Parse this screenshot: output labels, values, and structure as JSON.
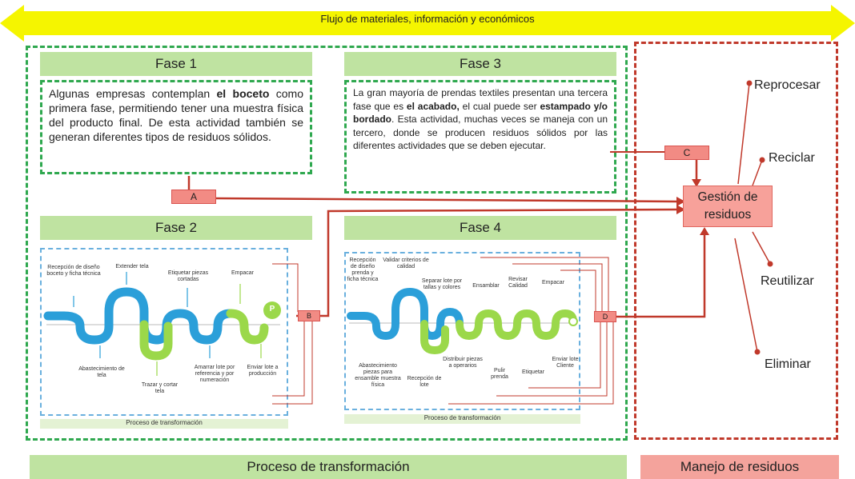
{
  "banner": {
    "text": "Flujo de materiales, información y económicos"
  },
  "fase1": {
    "title": "Fase 1",
    "parts": [
      "Algunas empresas contemplan ",
      "el boceto",
      " como primera fase, permitiendo tener una muestra física del producto final. De esta actividad también se generan diferentes tipos de residuos sólidos."
    ]
  },
  "fase3": {
    "title": "Fase 3",
    "parts": [
      "La gran mayoría de prendas textiles presentan una tercera fase que es ",
      "el acabado,",
      " el cual puede ser ",
      "estampado y/o bordado",
      ". Esta actividad, muchas veces se maneja con un tercero, donde se producen residuos sólidos por las diferentes actividades que se deben ejecutar."
    ]
  },
  "fase2": {
    "title": "Fase 2",
    "caption": "Proceso de transformación",
    "top_labels": [
      "Recepción de diseño boceto y ficha técnica",
      "Extender tela",
      "Etiquetar piezas cortadas",
      "Empacar"
    ],
    "bottom_labels": [
      "Abastecimiento de tela",
      "Trazar y cortar tela",
      "Amarrar lote por referencia y por numeración",
      "Enviar lote a producción"
    ],
    "end_mark": "P"
  },
  "fase4": {
    "title": "Fase 4",
    "caption": "Proceso de transformación",
    "top_labels": [
      "Recepción de diseño prenda y ficha técnica",
      "Validar criterios de calidad",
      "Separar lote por tallas y colores",
      "Ensamblar",
      "Revisar Calidad",
      "Empacar"
    ],
    "bottom_labels": [
      "Abastecimiento piezas para ensamble muestra física",
      "Recepción de lote",
      "Distribuir piezas a operarios",
      "Pulir prenda",
      "Etiquetar",
      "Enviar lote Cliente"
    ]
  },
  "markers": {
    "a": "A",
    "b": "B",
    "c": "C",
    "d": "D"
  },
  "gestion": {
    "line1": "Gestión de",
    "line2": "residuos"
  },
  "options": [
    "Reprocesar",
    "Reciclar",
    "Reutilizar",
    "Eliminar"
  ],
  "footer": {
    "left": "Proceso de transformación",
    "right": "Manejo de residuos"
  },
  "colors": {
    "green": "#2fa84f",
    "light_green": "#bfe3a1",
    "red": "#c0392b",
    "pink": "#f28b84",
    "yellow": "#f5f500",
    "blue": "#2b9fd9",
    "lime": "#9bd84a"
  }
}
